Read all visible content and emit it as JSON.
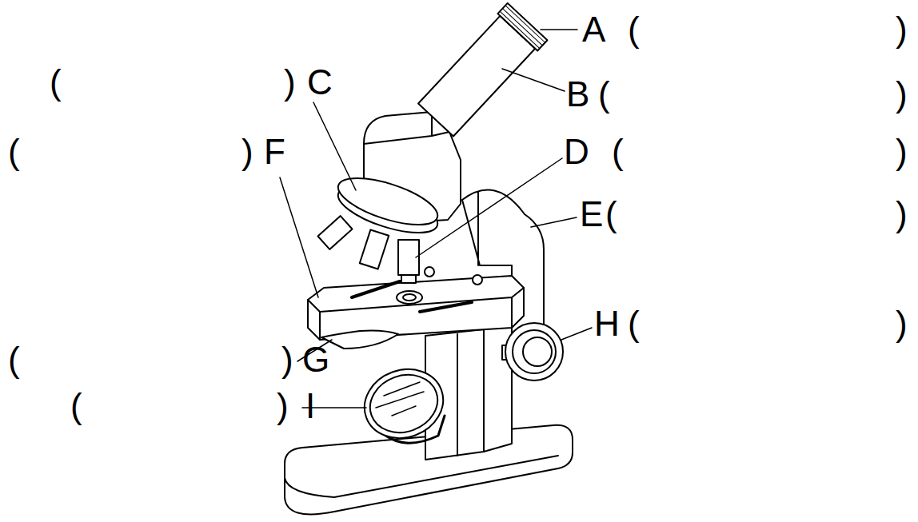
{
  "diagram": {
    "labels": [
      "A",
      "(",
      ")",
      "(",
      ")",
      "C",
      "B",
      "(",
      ")",
      "(",
      ")",
      "F",
      "D",
      "(",
      ")",
      "E",
      "(",
      ")",
      "H",
      "(",
      ")",
      "(",
      ")",
      "G",
      "(",
      ")",
      "I"
    ]
  }
}
